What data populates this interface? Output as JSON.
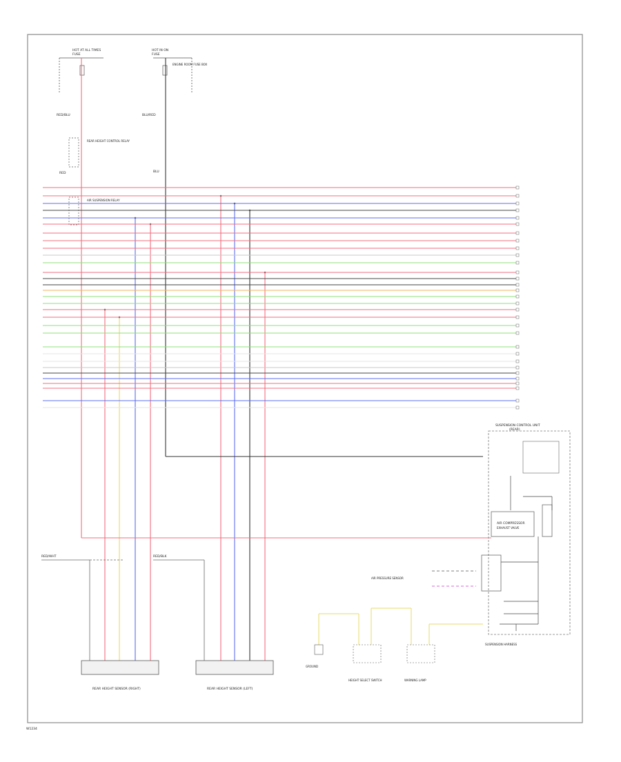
{
  "wire_colors": {
    "red": "#f26d7d",
    "blue": "#5b6cf0",
    "green": "#8fe07a",
    "black": "#444444",
    "gray": "#c9c9c9",
    "yellow": "#e8d86a",
    "orange": "#f2b35e",
    "dark": "#333333",
    "white": "#e6e6e6"
  },
  "top": {
    "fuse_left_title": "HOT AT ALL TIMES",
    "fuse_left_sub": "FUSE",
    "fuse_right_title": "HOT IN ON",
    "fuse_right_sub": "FUSE",
    "fuse_right_note": "ENGINE ROOM FUSE BOX",
    "left_wire_label": "RED/BLU",
    "right_wire_label": "BLU/RED",
    "right_wire_code": "BLU",
    "left_component": "REAR HEIGHT CONTROL RELAY",
    "left_wire_code": "RED",
    "lower_component": "AIR SUSPENSION RELAY"
  },
  "connector_right_title": "SUSPENSION CONTROL UNIT",
  "connector_right_sub": "(REAR)",
  "bottom": {
    "sensor_left": "REAR HEIGHT SENSOR (RIGHT)",
    "sensor_right": "REAR HEIGHT SENSOR (LEFT)",
    "comp1": "AIR PRESSURE SENSOR",
    "comp2": "HEIGHT SELECT SWITCH",
    "comp3": "WARNING LAMP",
    "module_label": "AIR COMPRESSOR",
    "module_sub": "EXHAUST VALVE",
    "harness_label": "SUSPENSION HARNESS",
    "ground_label": "GROUND",
    "wire_lbl_left": "RED/WHT",
    "wire_lbl_right": "RED/BLK"
  },
  "footer_code": "W1234"
}
